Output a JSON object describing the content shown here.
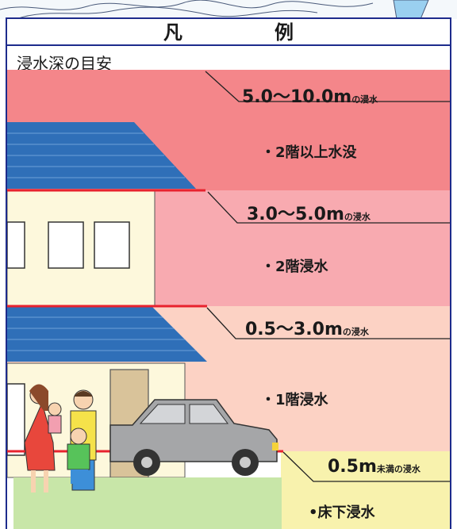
{
  "legend": {
    "title": "凡　例",
    "subtitle": "浸水深の目安"
  },
  "bands": [
    {
      "range": "5.0〜10.0m",
      "suffix": "の浸水",
      "description": "・2階以上水没",
      "color": "#f4868a"
    },
    {
      "range": "3.0〜5.0m",
      "suffix": "の浸水",
      "description": "・2階浸水",
      "color": "#f8aab0"
    },
    {
      "range": "0.5〜3.0m",
      "suffix": "の浸水",
      "description": "・1階浸水",
      "color": "#fcd2c4"
    },
    {
      "range": "0.5m",
      "suffix": "未満の浸水",
      "description": "•床下浸水",
      "color": "#f8f2ad"
    }
  ],
  "colors": {
    "frame": "#1d2b8c",
    "water_line": "#e8222e",
    "roof": "#2f6fb8",
    "wall": "#fdf8dc",
    "ground": "#c8e6a8",
    "car": "#a5a6a8"
  }
}
